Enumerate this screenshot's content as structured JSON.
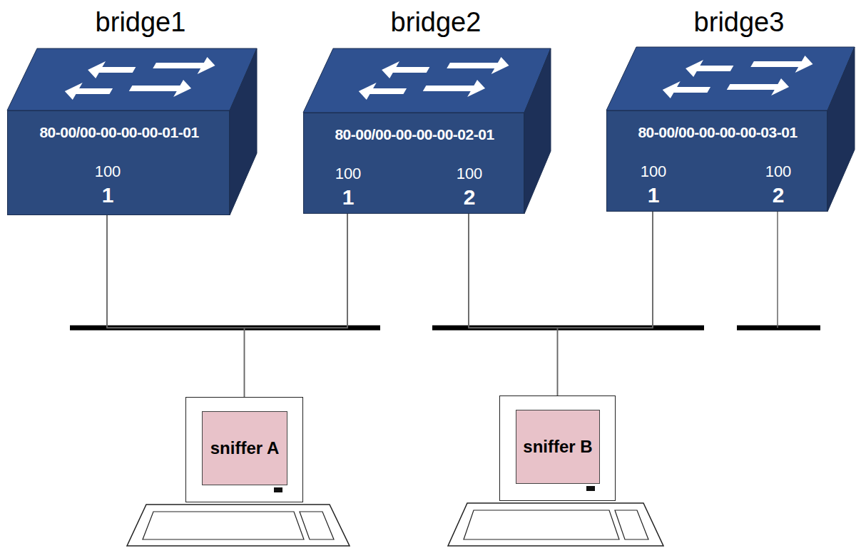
{
  "diagram": {
    "nodes": [
      {
        "text": [
          "bridge1",
          "80-00/00-00-00-00-01-01",
          "100",
          "1"
        ]
      },
      {
        "text": [
          "bridge2",
          "80-00/00-00-00-00-02-01",
          "100",
          "1",
          "100",
          "2"
        ]
      },
      {
        "text": [
          "bridge3",
          "80-00/00-00-00-00-03-01",
          "100",
          "1",
          "100",
          "2"
        ]
      },
      {
        "text": [
          "sniffer A"
        ]
      },
      {
        "text": [
          "sniffer B"
        ]
      }
    ],
    "edges": [
      {
        "from": 0,
        "to": 1,
        "arrow": "none"
      },
      {
        "from": 0,
        "to": 3,
        "arrow": "none"
      },
      {
        "from": 1,
        "to": 3,
        "arrow": "none"
      },
      {
        "from": 1,
        "to": 2,
        "arrow": "none"
      },
      {
        "from": 1,
        "to": 4,
        "arrow": "none"
      },
      {
        "from": 2,
        "to": 4,
        "arrow": "none"
      }
    ]
  }
}
